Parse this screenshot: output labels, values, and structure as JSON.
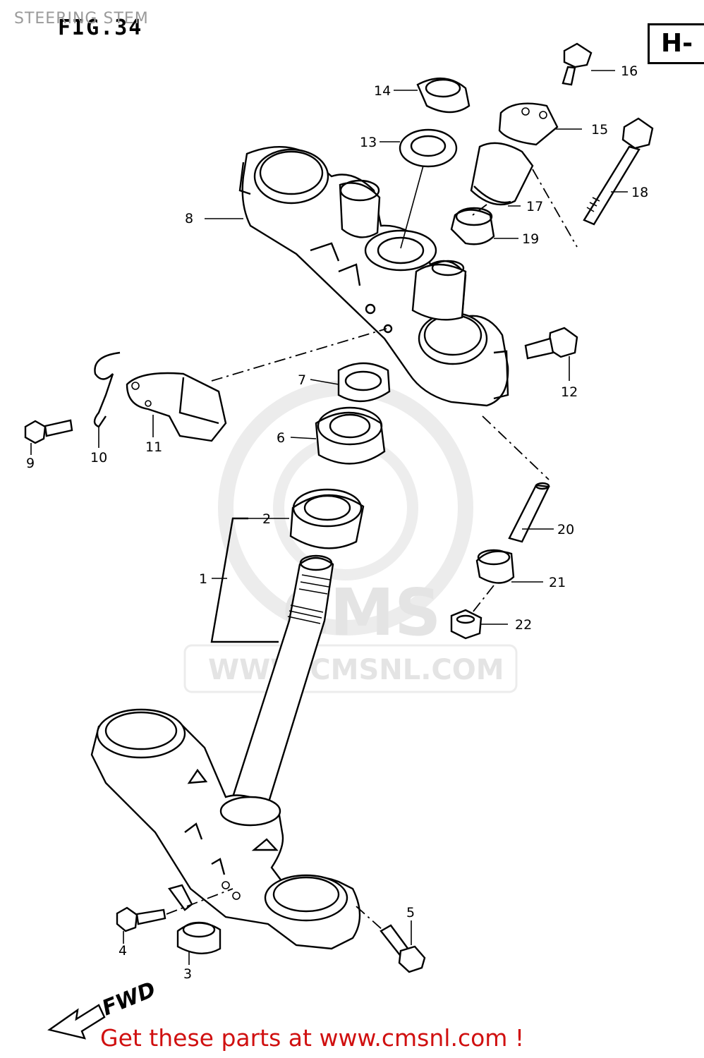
{
  "page_title": "STEERING STEM",
  "figure_label": "FIG.34",
  "section_code": "H-",
  "forward_marker": "FWD",
  "watermark": {
    "brand": "CMS",
    "url": "WWW.CMSNL.COM"
  },
  "footer": "Get these parts at www.cmsnl.com !",
  "callouts": [
    "1",
    "2",
    "3",
    "4",
    "5",
    "6",
    "7",
    "8",
    "9",
    "10",
    "11",
    "12",
    "13",
    "14",
    "15",
    "16",
    "17",
    "18",
    "19",
    "20",
    "21",
    "22"
  ],
  "colors": {
    "footer_text": "#d01010",
    "watermark": "#e4e4e4",
    "title": "#9a9a9a"
  }
}
